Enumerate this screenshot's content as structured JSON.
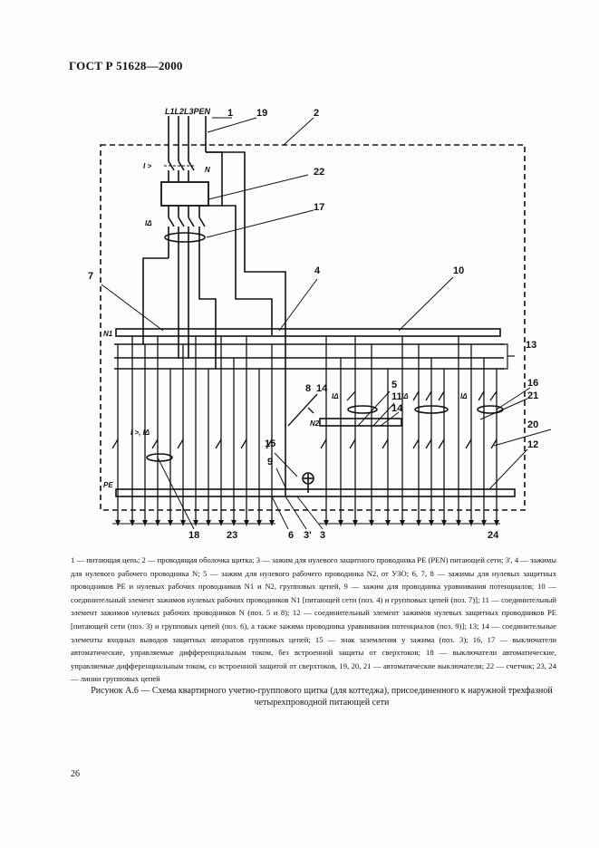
{
  "header": {
    "standard": "ГОСТ Р 51628—2000"
  },
  "diagram": {
    "phase_labels": "L1L2L3PEN",
    "bus_labels": {
      "n1": "N1",
      "n2": "N2",
      "pe": "PE"
    },
    "device_symbols": {
      "overcurrent": "I >",
      "neutral": "N",
      "diff": "IΔ",
      "overcurrent_diff": "I >, IΔ"
    },
    "callouts": [
      "1",
      "19",
      "2",
      "22",
      "17",
      "7",
      "4",
      "10",
      "13",
      "8",
      "14",
      "5",
      "11",
      "14",
      "16",
      "21",
      "20",
      "12",
      "15",
      "9",
      "18",
      "23",
      "6",
      "3'",
      "3",
      "24"
    ]
  },
  "legend_text": "1 — питающая цепь; 2 — проводящая оболочка щитка; 3 — зажим для нулевого защитного проводника PE (PEN) питающей сети; 3', 4 — зажимы для нулевого рабочего проводника N; 5 — зажим для нулевого рабочего проводника N2, от УЗО; 6, 7, 8 — зажимы для нулевых защитных проводников PE и нулевых рабочих проводников N1 и N2, групповых цепей, 9 — зажим для проводника уравнивания потенциалов; 10 — соединительный элемент зажимов нулевых рабочих проводников N1 [питающей сети (поз. 4) и групповых цепей (поз. 7)]; 11 — соединительный элемент зажимов нулевых рабочих проводников N (поз. 5 и 8); 12 — соединительный элемент зажимов нулевых защитных проводников PE [питающей сети (поз. 3) и групповых цепей (поз. 6), а также зажима проводника уравнивания потенциалов (поз. 9)]; 13; 14 — соединительные элементы входных выводов защитных аппаратов групповых цепей; 15 — знак заземления у зажима (поз. 3); 16, 17 — выключатели автоматические, управляемые дифференциальным током, без встроенной защиты от сверхтоков; 18 — выключатели автоматические, управляемые дифференциальным током, со встроенной защитой от сверхтоков, 19, 20, 21 — автоматические выключатели; 22 — счетчик; 23, 24 — линии групповых цепей",
  "caption": "Рисунок А.6 — Схема квартирного учетно-группового щитка (для коттеджа), присоединенного к наружной трехфазной четырехпроводной питающей сети",
  "page_number": "26"
}
